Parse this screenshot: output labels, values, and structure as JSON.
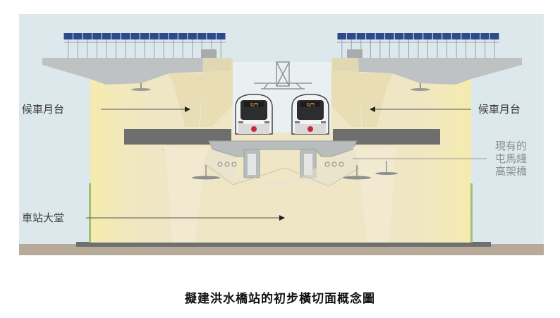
{
  "labels": {
    "platform_left": "候車月台",
    "platform_right": "候車月台",
    "viaduct_line1": "現有的",
    "viaduct_line2": "屯馬綫",
    "viaduct_line3": "高架橋",
    "concourse": "車站大堂"
  },
  "trains": {
    "left_destination": "屯門",
    "right_destination": "屯門"
  },
  "caption": "擬建洪水橋站的初步橫切面概念圖",
  "colors": {
    "sky": "#dde8ec",
    "structure_cream": "#efe6c6",
    "structure_gray": "#b9bcbd",
    "slab_dark": "#6e6e6e",
    "solar_panel": "#2f4a8c",
    "ground": "#b7aa98",
    "light_beam": "#f7eeb2",
    "label_gray": "#8c8c8c"
  }
}
